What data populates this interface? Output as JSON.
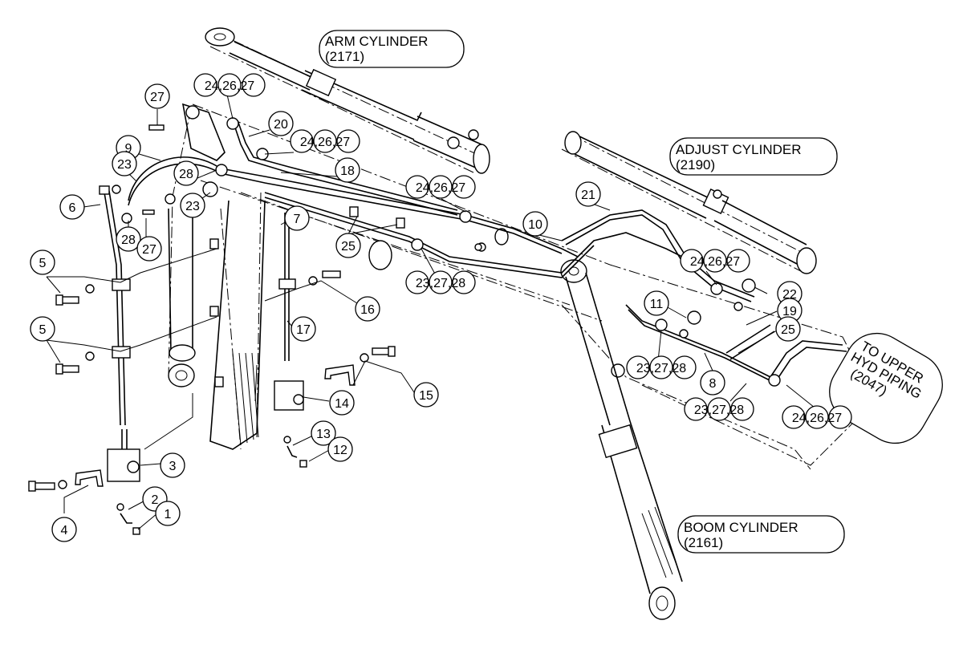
{
  "labels": {
    "arm": {
      "line1": "ARM CYLINDER",
      "line2": "(2171)"
    },
    "adjust": {
      "line1": "ADJUST CYLINDER",
      "line2": "(2190)"
    },
    "boom": {
      "line1": "BOOM CYLINDER",
      "line2": "(2161)"
    },
    "upper": {
      "line1": "TO UPPER",
      "line2": "HYD PIPING",
      "line3": "(2047)"
    }
  },
  "callouts": [
    {
      "id": "c27a",
      "text": "27"
    },
    {
      "id": "c24a",
      "text": "24,26,27"
    },
    {
      "id": "c20",
      "text": "20"
    },
    {
      "id": "c24b",
      "text": "24,26,27"
    },
    {
      "id": "c9",
      "text": "9"
    },
    {
      "id": "c23a",
      "text": "23"
    },
    {
      "id": "c28a",
      "text": "28"
    },
    {
      "id": "c18",
      "text": "18"
    },
    {
      "id": "c6",
      "text": "6"
    },
    {
      "id": "c23b",
      "text": "23"
    },
    {
      "id": "c24c",
      "text": "24,26,27"
    },
    {
      "id": "c21",
      "text": "21"
    },
    {
      "id": "c7",
      "text": "7"
    },
    {
      "id": "c28b",
      "text": "28"
    },
    {
      "id": "c27b",
      "text": "27"
    },
    {
      "id": "c25a",
      "text": "25"
    },
    {
      "id": "c10",
      "text": "10"
    },
    {
      "id": "c5a",
      "text": "5"
    },
    {
      "id": "c24d",
      "text": "24,26,27"
    },
    {
      "id": "c23c",
      "text": "23,27,28"
    },
    {
      "id": "c16",
      "text": "16"
    },
    {
      "id": "c22",
      "text": "22"
    },
    {
      "id": "c11",
      "text": "11"
    },
    {
      "id": "c19",
      "text": "19"
    },
    {
      "id": "c5b",
      "text": "5"
    },
    {
      "id": "c17",
      "text": "17"
    },
    {
      "id": "c25b",
      "text": "25"
    },
    {
      "id": "c23d",
      "text": "23,27,28"
    },
    {
      "id": "c8",
      "text": "8"
    },
    {
      "id": "c14",
      "text": "14"
    },
    {
      "id": "c15",
      "text": "15"
    },
    {
      "id": "c23e",
      "text": "23,27,28"
    },
    {
      "id": "c24e",
      "text": "24,26,27"
    },
    {
      "id": "c13",
      "text": "13"
    },
    {
      "id": "c12",
      "text": "12"
    },
    {
      "id": "c3",
      "text": "3"
    },
    {
      "id": "c2",
      "text": "2"
    },
    {
      "id": "c1",
      "text": "1"
    },
    {
      "id": "c4",
      "text": "4"
    }
  ]
}
